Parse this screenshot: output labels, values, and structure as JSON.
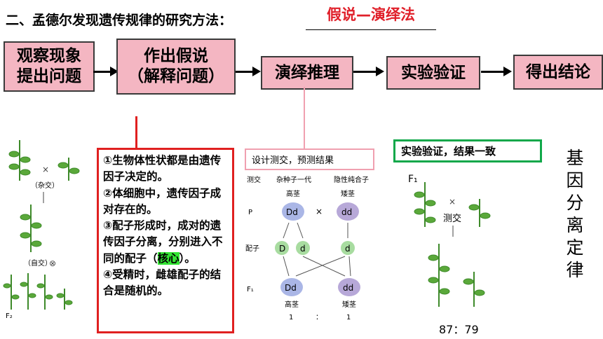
{
  "title": "二、孟德尔发现遗传规律的研究方法：",
  "answer": "假说—演绎法",
  "steps": [
    {
      "line1": "观察现象",
      "line2": "提出问题"
    },
    {
      "line1": "作出假说",
      "line2": "（解释问题）"
    },
    {
      "line1": "演绎推理"
    },
    {
      "line1": "实验验证"
    },
    {
      "line1": "得出结论"
    }
  ],
  "hypothesis": {
    "p1": "①生物体性状都是由遗传因子决定的。",
    "p2": "②体细胞中，遗传因子成对存在的。",
    "p3a": "③配子形成时，成对的遗传因子分离，分别进入不同的配子（",
    "p3core": "核心",
    "p3b": "）。",
    "p4": "④受精时，雌雄配子的结合是随机的。"
  },
  "deduction_caption": "设计测交，预测结果",
  "verify_caption": "实验验证，结果一致",
  "law": [
    "基",
    "因",
    "分",
    "离",
    "定",
    "律"
  ],
  "left_labels": {
    "cross": "（杂交）",
    "self": "（自交）",
    "f2": "F₂",
    "x": "×",
    "self_sym": "⊗"
  },
  "cross_diagram": {
    "col_test": "测交",
    "col_hybrid": "杂种子一代",
    "col_recessive": "隐性纯合子",
    "tall": "高茎",
    "dwarf": "矮茎",
    "row_p": "P",
    "row_gamete": "配子",
    "row_f1": "F₁",
    "p_left": "Dd",
    "p_right": "dd",
    "times": "×",
    "g1": "D",
    "g2": "d",
    "g3": "d",
    "f_left": "Dd",
    "f_right": "dd",
    "f_tall": "高茎",
    "f_dwarf": "矮茎",
    "ratio_left": "1",
    "ratio_colon": "：",
    "ratio_right": "1"
  },
  "testcross": {
    "f1": "F₁",
    "x": "×",
    "label": "测交",
    "result": "87：79"
  },
  "colors": {
    "pink": "#f4b6c2",
    "red": "#e02020",
    "green": "#11a84a",
    "gamete_green": "#a8dca0",
    "genotype_blue": "#aab6e6",
    "genotype_purple": "#b7a8d8"
  }
}
